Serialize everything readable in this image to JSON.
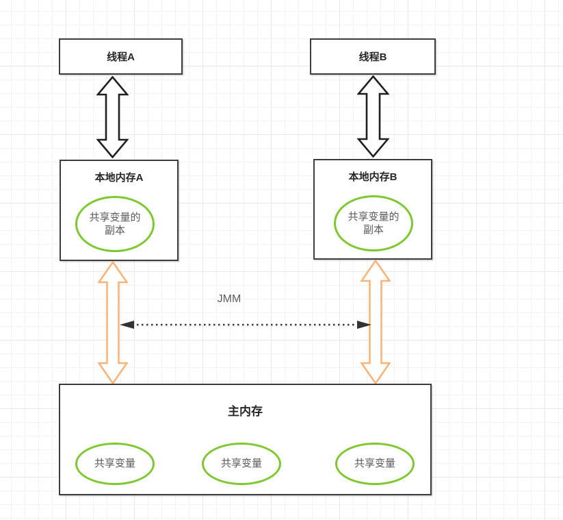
{
  "diagram": {
    "type": "jmm-memory-model",
    "colors": {
      "box_border": "#3c3c3c",
      "arrow_black": "#1f1f1f",
      "arrow_orange": "#f8b478",
      "ellipse_green": "#7cc82d",
      "text_dark": "#262626",
      "text_gray": "#595959",
      "grid_minor": "#f3f3f3",
      "grid_major": "#e7e7e7"
    }
  },
  "nodes": {
    "thread_a": {
      "label": "线程A"
    },
    "thread_b": {
      "label": "线程B"
    },
    "local_memory_a": {
      "title": "本地内存A",
      "copy_line1": "共享变量的",
      "copy_line2": "副本"
    },
    "local_memory_b": {
      "title": "本地内存B",
      "copy_line1": "共享变量的",
      "copy_line2": "副本"
    },
    "main_memory": {
      "title": "主内存",
      "ellipses": [
        "共享变量",
        "共享变量",
        "共享变量"
      ]
    }
  },
  "labels": {
    "jmm": "JMM"
  }
}
